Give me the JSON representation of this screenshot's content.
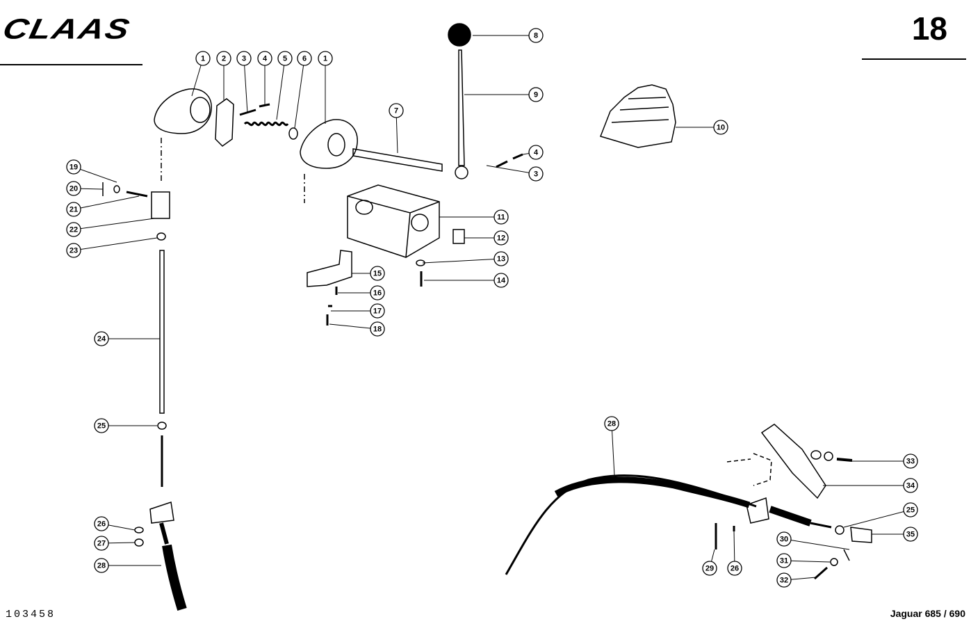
{
  "header": {
    "logo": "CLAAS",
    "page_number": "18"
  },
  "footer": {
    "drawing_number": "103458",
    "model": "Jaguar 685 / 690"
  },
  "callouts": [
    "1",
    "2",
    "3",
    "4",
    "5",
    "6",
    "1",
    "8",
    "9",
    "7",
    "10",
    "4",
    "3",
    "19",
    "20",
    "21",
    "22",
    "23",
    "11",
    "12",
    "13",
    "14",
    "15",
    "16",
    "17",
    "18",
    "24",
    "25",
    "28",
    "33",
    "34",
    "25",
    "35",
    "26",
    "27",
    "28",
    "30",
    "31",
    "32",
    "29",
    "26"
  ]
}
